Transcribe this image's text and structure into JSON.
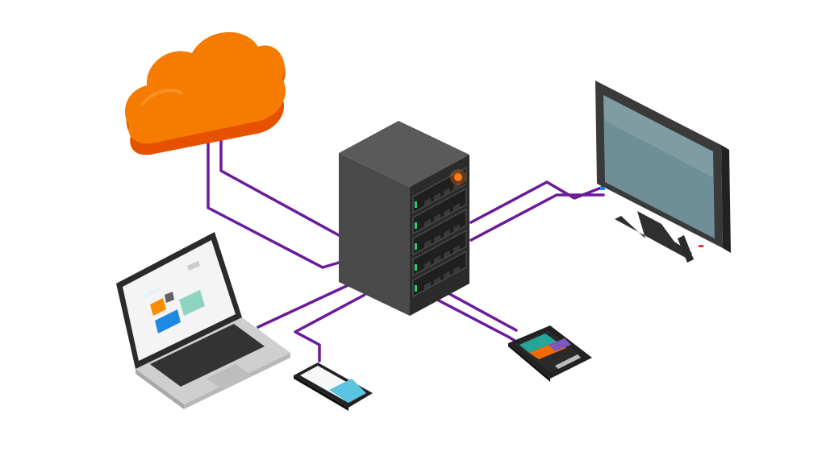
{
  "diagram": {
    "colors": {
      "background": "#ffffff",
      "cable": "#6a1b9a",
      "cloud": "#f57c00",
      "cloud_dark": "#e65100",
      "server_body": "#4a4a4a",
      "server_dark": "#2b2b2b",
      "led_green": "#2ecc71",
      "led_orange": "#ff7a1a",
      "monitor_frame": "#3a3a3a",
      "monitor_screen": "#6f8f97",
      "laptop_body": "#cfcfcf",
      "phone_body": "#222222",
      "phone_screen_accent": "#5bc4e0"
    },
    "nodes": [
      {
        "id": "cloud",
        "icon": "cloud-icon"
      },
      {
        "id": "server",
        "icon": "server-rack-icon"
      },
      {
        "id": "monitor",
        "icon": "monitor-icon"
      },
      {
        "id": "laptop",
        "icon": "laptop-icon"
      },
      {
        "id": "phone-left",
        "icon": "smartphone-icon"
      },
      {
        "id": "phone-right",
        "icon": "smartphone-icon"
      }
    ],
    "connections": [
      {
        "from": "cloud",
        "to": "server"
      },
      {
        "from": "server",
        "to": "monitor"
      },
      {
        "from": "server",
        "to": "laptop"
      },
      {
        "from": "server",
        "to": "phone-left"
      },
      {
        "from": "server",
        "to": "phone-right"
      }
    ]
  }
}
